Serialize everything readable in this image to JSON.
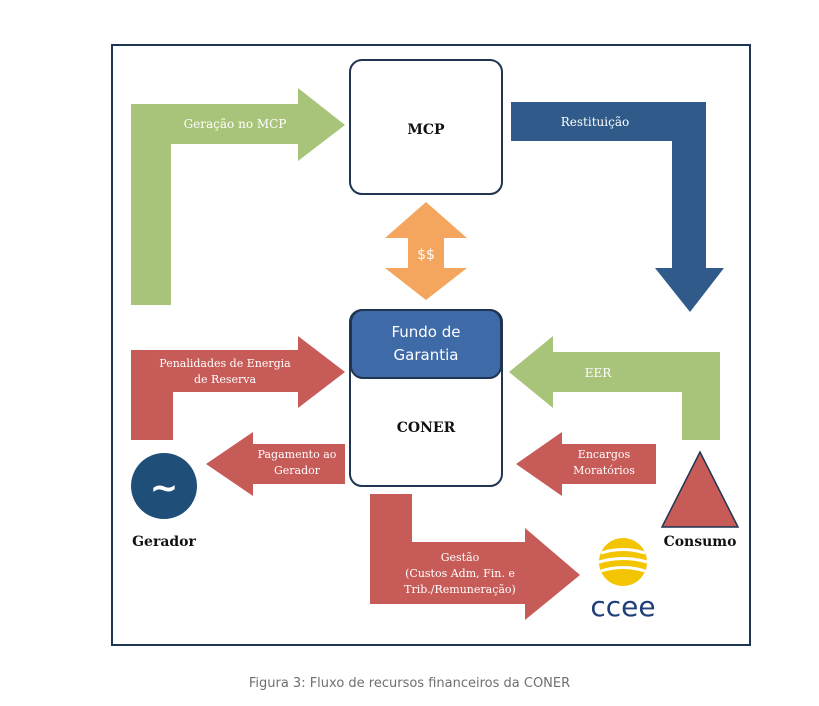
{
  "nodes": {
    "mcp": "MCP",
    "fundo_line1": "Fundo de",
    "fundo_line2": "Garantia",
    "coner": "CONER",
    "gerador": "Gerador",
    "consumo": "Consumo"
  },
  "arrows": {
    "geracao_mcp": "Geração no MCP",
    "restituicao": "Restituição",
    "money": "$$",
    "penalidades_line1": "Penalidades de Energia",
    "penalidades_line2": "de Reserva",
    "eer": "EER",
    "pagamento_line1": "Pagamento ao",
    "pagamento_line2": "Gerador",
    "encargos_line1": "Encargos",
    "encargos_line2": "Moratórios",
    "gestao_line1": "Gestão",
    "gestao_line2": "(Custos Adm, Fin. e",
    "gestao_line3": "Trib./Remuneração)"
  },
  "icons": {
    "gerador_symbol": "~",
    "logo_text": "ccee"
  },
  "caption": "Figura 3: Fluxo de recursos financeiros da CONER",
  "colors": {
    "green": "#a8c47a",
    "blue_dark": "#2f5a8a",
    "orange": "#f4a65f",
    "red": "#c65b58",
    "fundo_blue": "#3f6aa8",
    "navy": "#1f4e79",
    "logo_yellow": "#f2c500",
    "logo_blue": "#1f3f7a"
  }
}
